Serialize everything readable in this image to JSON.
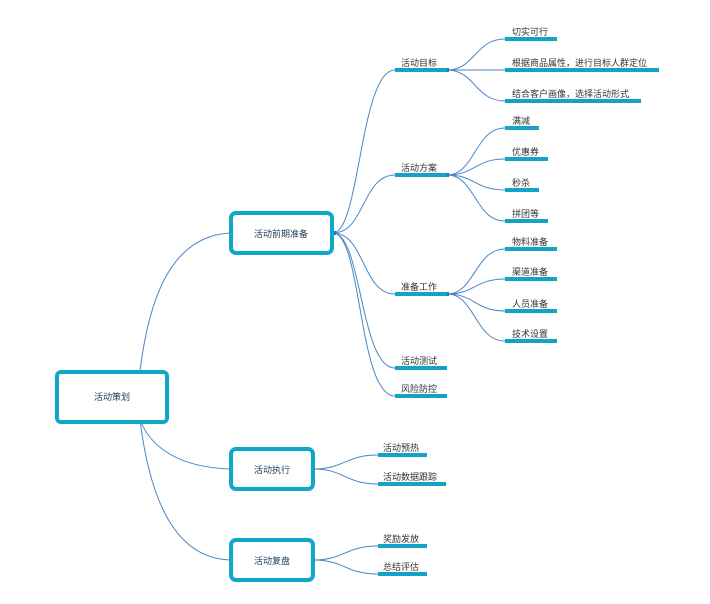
{
  "root": {
    "label": "活动策划"
  },
  "branches": [
    {
      "label": "活动前期准备",
      "children": [
        {
          "label": "活动目标",
          "children": [
            "切实可行",
            "根据商品属性，进行目标人群定位",
            "结合客户画像，选择活动形式"
          ]
        },
        {
          "label": "活动方案",
          "children": [
            "满减",
            "优惠券",
            "秒杀",
            "拼团等"
          ]
        },
        {
          "label": "准备工作",
          "children": [
            "物料准备",
            "渠道准备",
            "人员准备",
            "技术设置"
          ]
        },
        {
          "label": "活动测试",
          "children": []
        },
        {
          "label": "风险防控",
          "children": []
        }
      ]
    },
    {
      "label": "活动执行",
      "children": [
        {
          "label": "活动预热"
        },
        {
          "label": "活动数据跟踪"
        }
      ]
    },
    {
      "label": "活动复盘",
      "children": [
        {
          "label": "奖励发放"
        },
        {
          "label": "总结评估"
        }
      ]
    }
  ],
  "colors": {
    "box_border": "#10a8c8",
    "underline": "#13a3c4",
    "connector": "#4a86c8",
    "text": "#333333"
  }
}
